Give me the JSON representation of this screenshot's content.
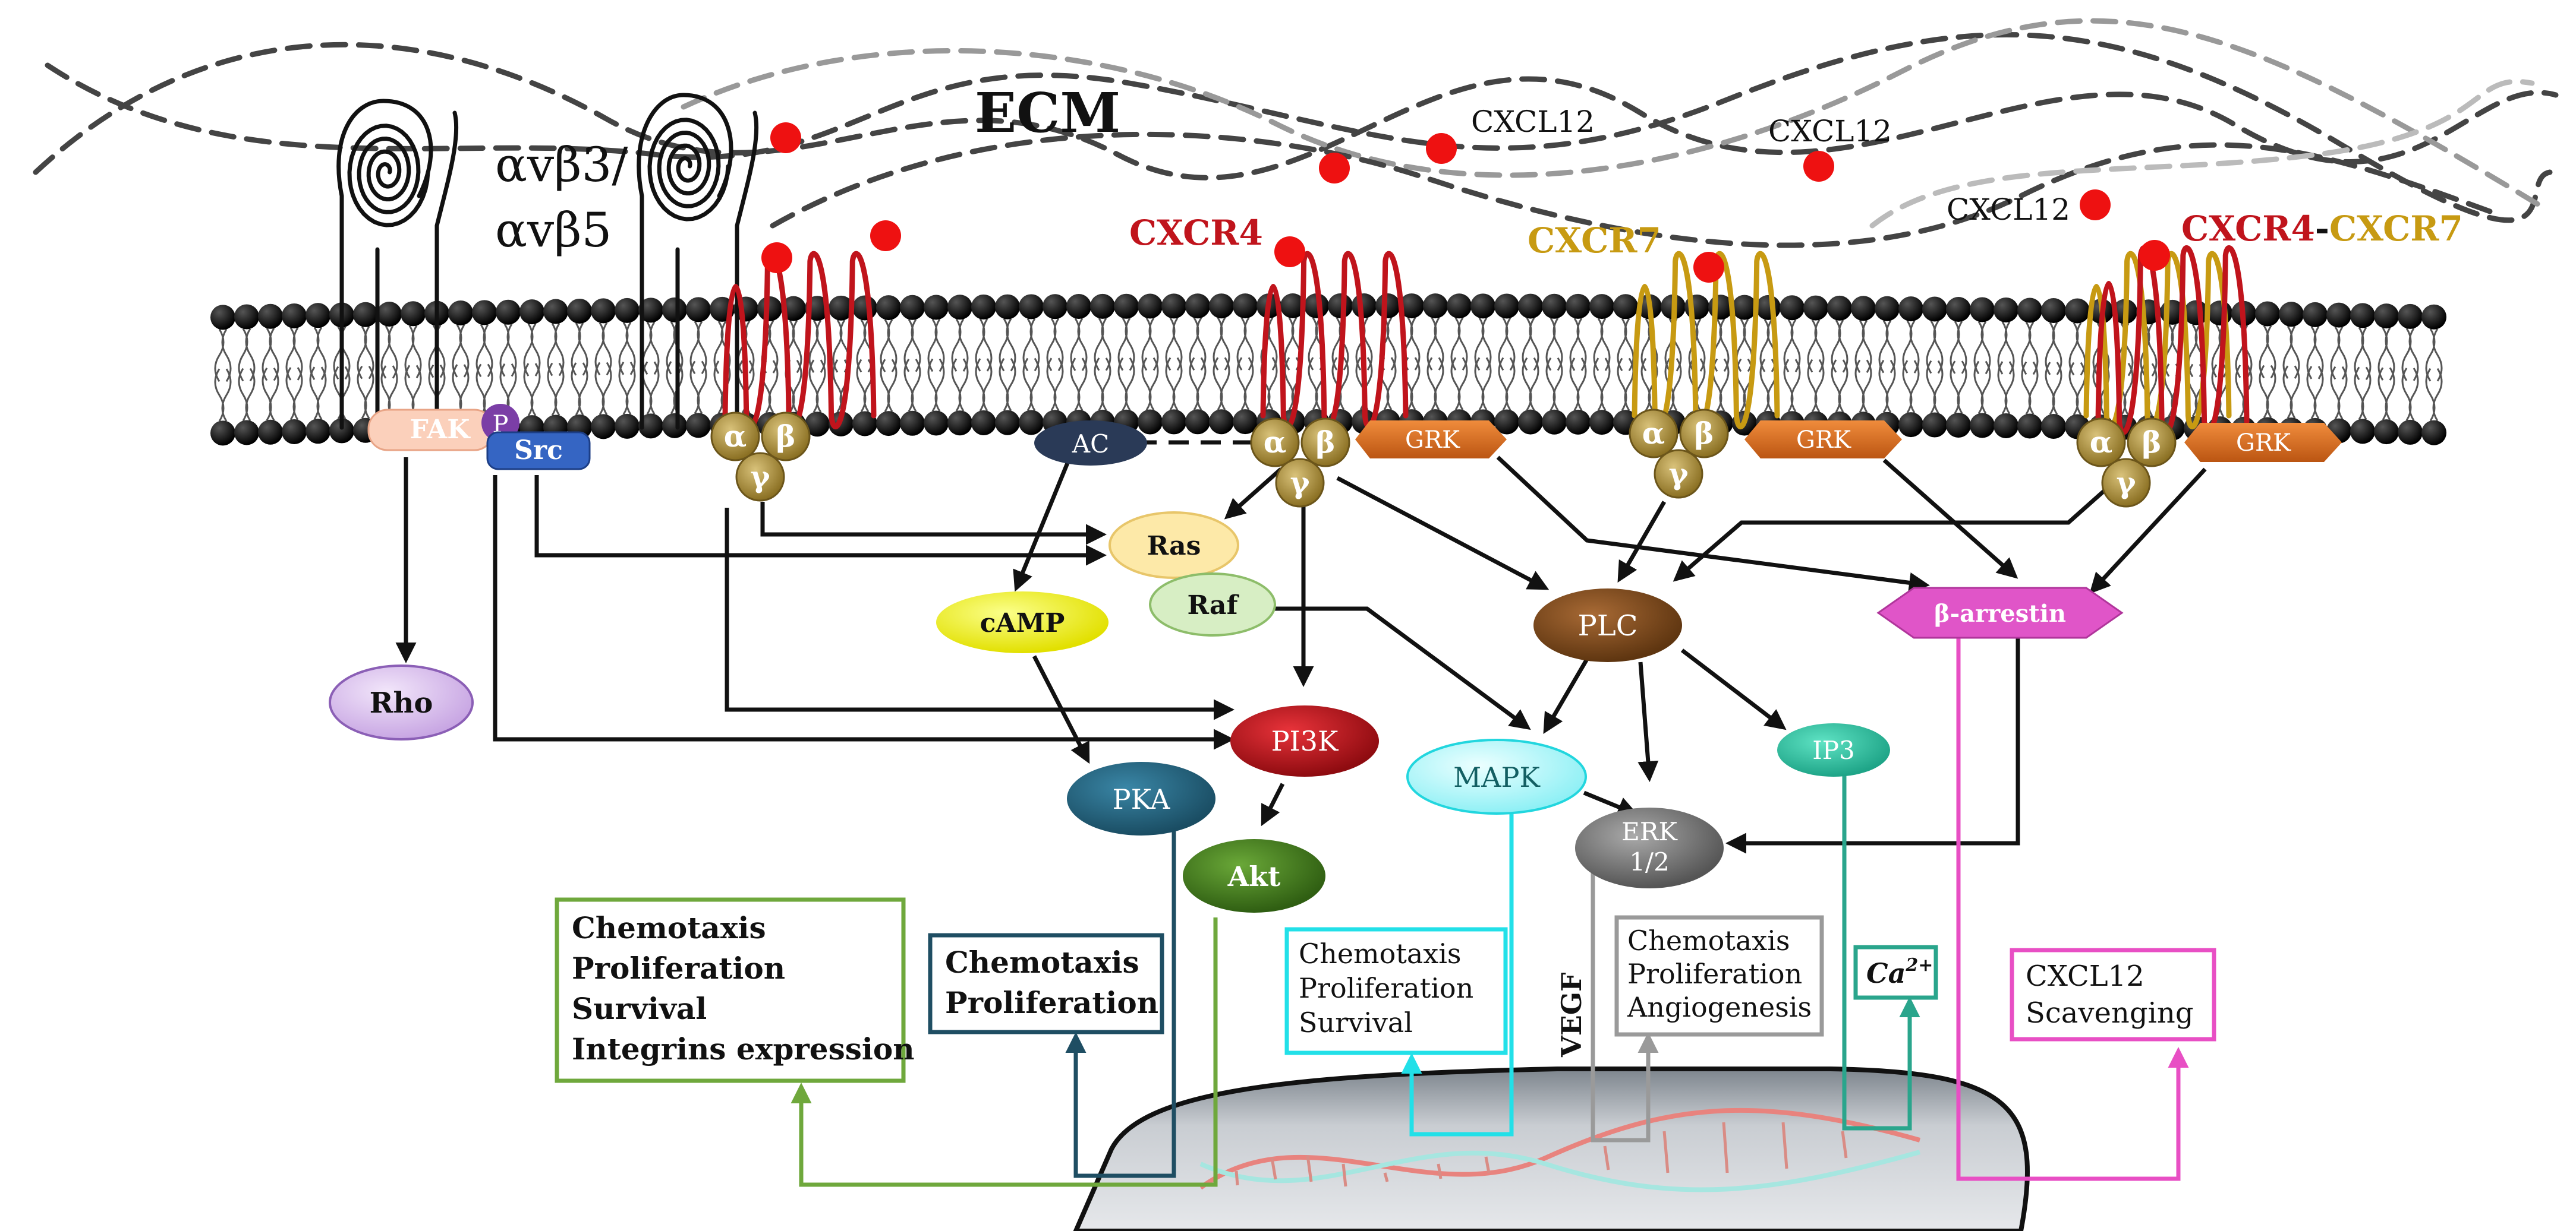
{
  "labels": {
    "ecm": "ECM",
    "integrin_line1": "αvβ3/",
    "integrin_line2": "αvβ5",
    "cxcl12_a": "CXCL12",
    "cxcl12_b": "CXCL12",
    "cxcl12_c": "CXCL12",
    "cxcr4": "CXCR4",
    "cxcr7": "CXCR7",
    "heterodimer_cxcr4": "CXCR4",
    "heterodimer_dash": "-",
    "heterodimer_cxcr7": "CXCR7",
    "vegf": "VEGF"
  },
  "gprotein": {
    "alpha": "α",
    "beta": "β",
    "gamma": "γ"
  },
  "nodes": {
    "fak": "FAK",
    "p": "P",
    "src": "Src",
    "rho": "Rho",
    "ac": "AC",
    "ras": "Ras",
    "raf": "Raf",
    "camp": "cAMP",
    "pka": "PKA",
    "pi3k": "PI3K",
    "akt": "Akt",
    "plc": "PLC",
    "mapk": "MAPK",
    "erk_line1": "ERK",
    "erk_line2": "1/2",
    "ip3": "IP3",
    "barrestin": "β-arrestin",
    "grk1": "GRK",
    "grk2": "GRK",
    "grk3": "GRK"
  },
  "outcomes": {
    "fak_box": [
      "Chemotaxis",
      "Proliferation",
      "Survival",
      "Integrins expression"
    ],
    "pka_box": [
      "Chemotaxis",
      "Proliferation"
    ],
    "mapk_box": [
      "Chemotaxis",
      "Proliferation",
      "Survival"
    ],
    "erk_box": [
      "Chemotaxis",
      "Proliferation",
      "Angiogenesis"
    ],
    "ca_base": "Ca",
    "ca_sup": "2+",
    "arrestin_box": [
      "CXCL12",
      "Scavenging"
    ]
  },
  "colors": {
    "cxcr4": "#c0141c",
    "cxcr7": "#c79a12",
    "ligand": "#ee1111",
    "fak_path": "#6fa83c",
    "pka_path": "#1f4e63",
    "mapk_path": "#22e0e8",
    "erk_path": "#9a9a9a",
    "ip3_path": "#2aa58c",
    "arrestin_path": "#e84fc4"
  }
}
